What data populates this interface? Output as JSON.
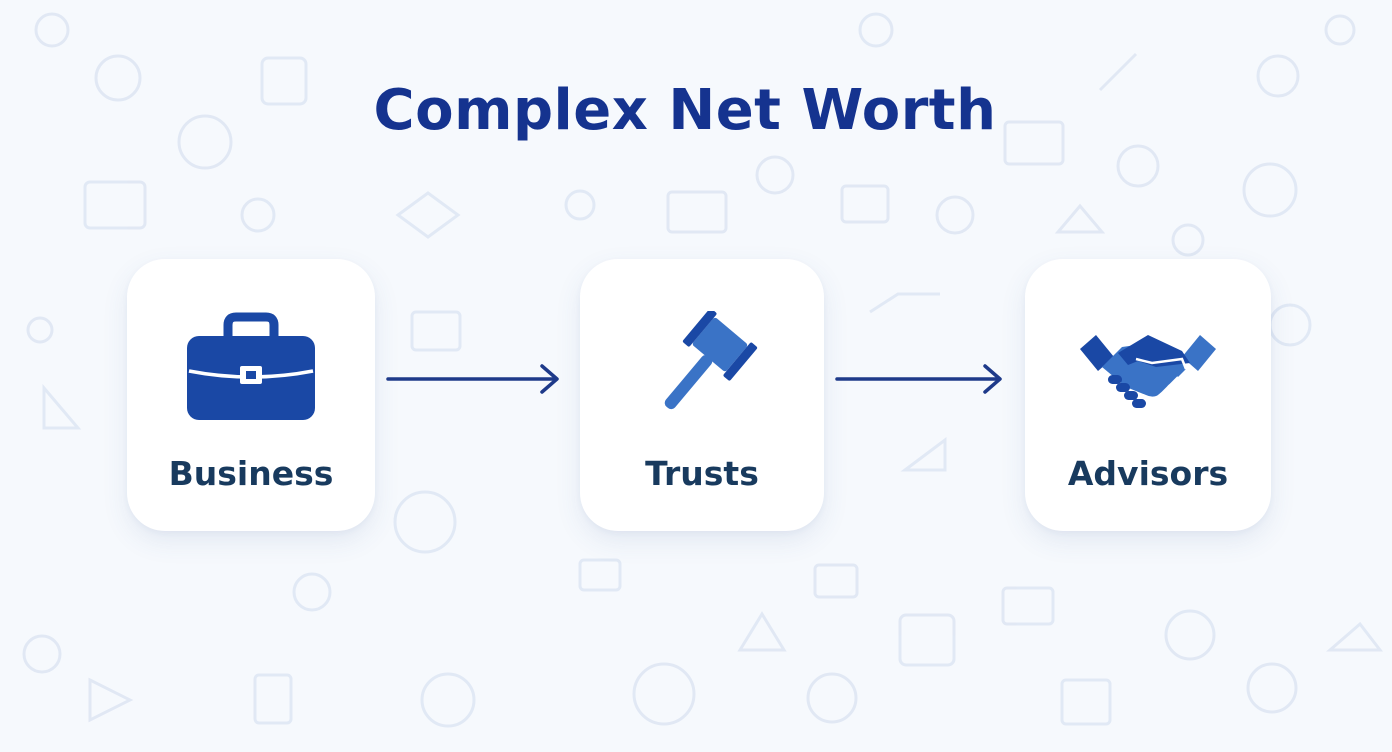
{
  "title": "Complex Net Worth",
  "steps": [
    {
      "label": "Business",
      "icon": "briefcase-icon"
    },
    {
      "label": "Trusts",
      "icon": "gavel-icon"
    },
    {
      "label": "Advisors",
      "icon": "handshake-icon"
    }
  ],
  "colors": {
    "title": "#15338f",
    "icon": "#1a48a5",
    "label": "#183a5e",
    "arrow": "#1e3a8a",
    "background": "#f6f9fd"
  }
}
